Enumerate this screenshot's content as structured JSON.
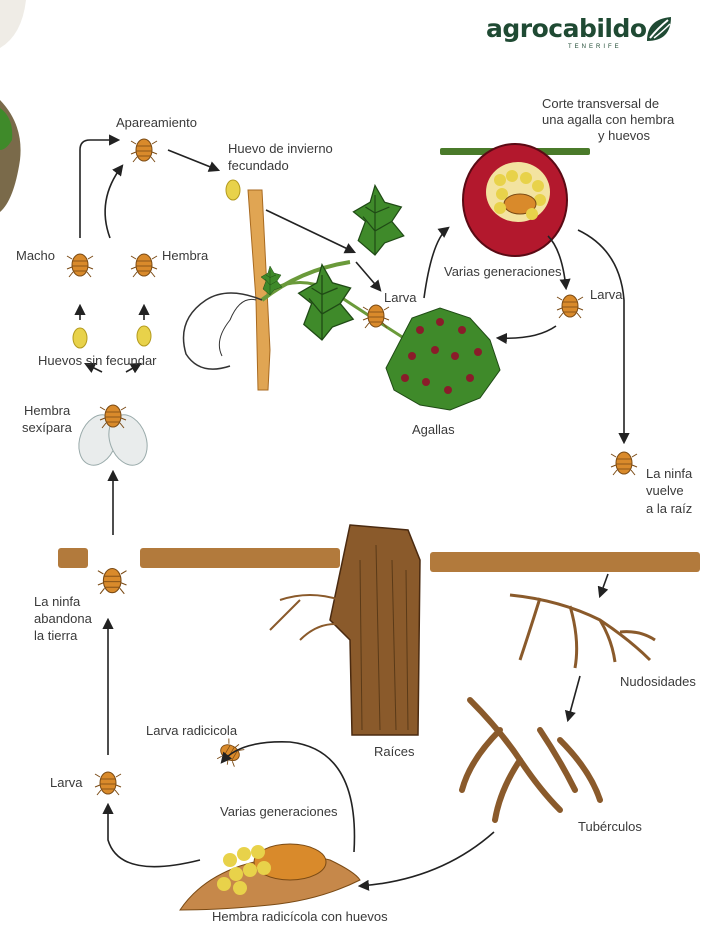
{
  "brand": {
    "name": "agrocabildo",
    "sub": "TENERIFE"
  },
  "labels": {
    "apareamiento": "Apareamiento",
    "huevo_invierno_1": "Huevo de invierno",
    "huevo_invierno_2": "fecundado",
    "corte_1": "Corte transversal de",
    "corte_2": "una agalla con hembra",
    "corte_3": "y huevos",
    "macho": "Macho",
    "hembra": "Hembra",
    "varias_gen_top": "Varias generaciones",
    "larva_leaf": "Larva",
    "larva_right": "Larva",
    "huevos_sin": "Huevos sin fecundar",
    "hembra_sex_1": "Hembra",
    "hembra_sex_2": "sexípara",
    "agallas": "Agallas",
    "ninfa_vuelve_1": "La ninfa",
    "ninfa_vuelve_2": "vuelve",
    "ninfa_vuelve_3": "a la raíz",
    "ninfa_aband_1": "La ninfa",
    "ninfa_aband_2": "abandona",
    "ninfa_aband_3": "la tierra",
    "nudosidades": "Nudosidades",
    "larva_radicicola": "Larva radicicola",
    "raices": "Raíces",
    "larva_left": "Larva",
    "varias_gen_bottom": "Varias generaciones",
    "tuberculos": "Tubérculos",
    "hembra_radicicola": "Hembra radicícola con huevos"
  },
  "colors": {
    "insect": "#d98a2b",
    "leaf": "#3f8a2a",
    "gall": "#b3182d",
    "egg": "#e8d24a",
    "wood": "#8a5a2b",
    "soil": "#b27a3c",
    "brand": "#1f4a33"
  }
}
